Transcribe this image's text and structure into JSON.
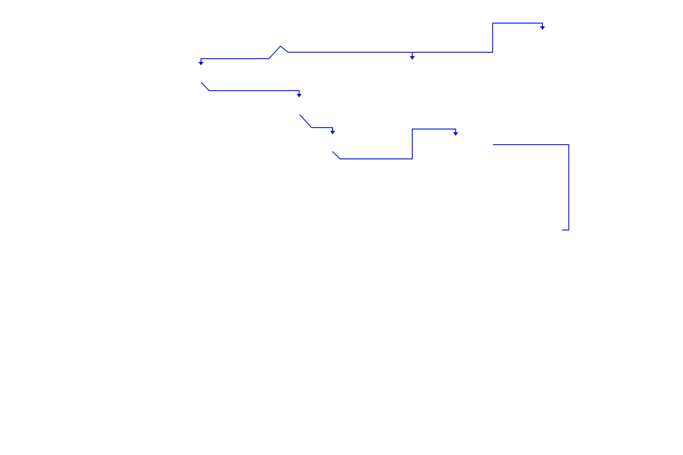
{
  "diagram": {
    "connector_color": "#0000ee",
    "background": "#ffffff",
    "connectors": [
      {
        "id": "connector-1",
        "style": "elbow",
        "arrow_end": true,
        "branches": 2
      },
      {
        "id": "connector-2",
        "style": "elbow",
        "arrow_end": true
      },
      {
        "id": "connector-3",
        "style": "elbow",
        "arrow_end": true
      },
      {
        "id": "connector-4",
        "style": "elbow",
        "arrow_end": true
      },
      {
        "id": "connector-5",
        "style": "elbow",
        "arrow_end": false
      }
    ]
  }
}
